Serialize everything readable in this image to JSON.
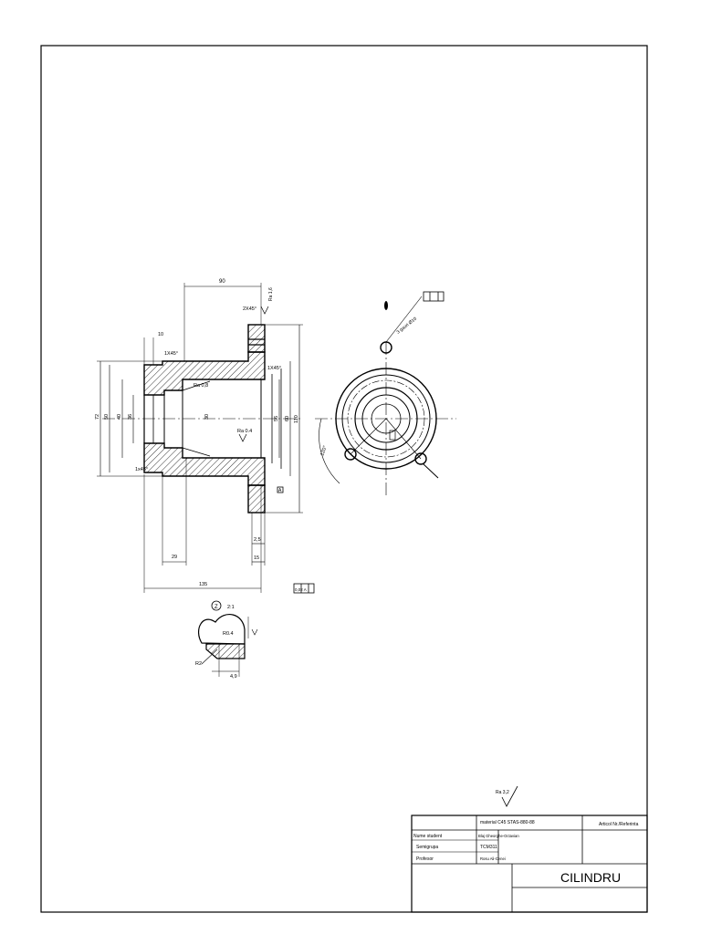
{
  "dims": {
    "len_90": "90",
    "chamfer_2x45": "2X45°",
    "chamfer_1x45_a": "1X45°",
    "chamfer_1x45_b": "1X45°",
    "chamfer_1x45_c": "1x45°",
    "len_10": "10",
    "len_29": "29",
    "len_15": "15",
    "len_2_5": "2,5",
    "len_135": "135",
    "dia_72": "72",
    "dia_50": "50",
    "dia_40": "40",
    "dia_36": "36",
    "dia_30": "30",
    "dia_56": "56",
    "dia_60": "60",
    "dia_110": "110",
    "rough_0_4": "Ra 0.4",
    "rough_0_8": "Ra 0,8",
    "rough_1_6": "Ra 1,6",
    "angle_120": "120°",
    "holes_note": "3 gauri Ø10",
    "detail_label": "Z",
    "detail_scale": "2:1",
    "detail_r04": "R0.4",
    "detail_r2": "R2",
    "detail_4_9": "4,9",
    "tolerance_a": "A",
    "tolerance_frame_right": "0,02 A"
  },
  "general_roughness": "Ra 3,2",
  "title_block": {
    "material": "material C45 STAS-880-88",
    "article": "Articol Nr./Referinta",
    "student_label": "Nume student",
    "student_name": "Blaj Gheorghe-Octavian",
    "group_label": "Semigrupa",
    "group_value": "TCM311",
    "professor_label": "Profesor",
    "professor_name": "Rosu Ali-Cenei",
    "part_name": "CILINDRU"
  }
}
